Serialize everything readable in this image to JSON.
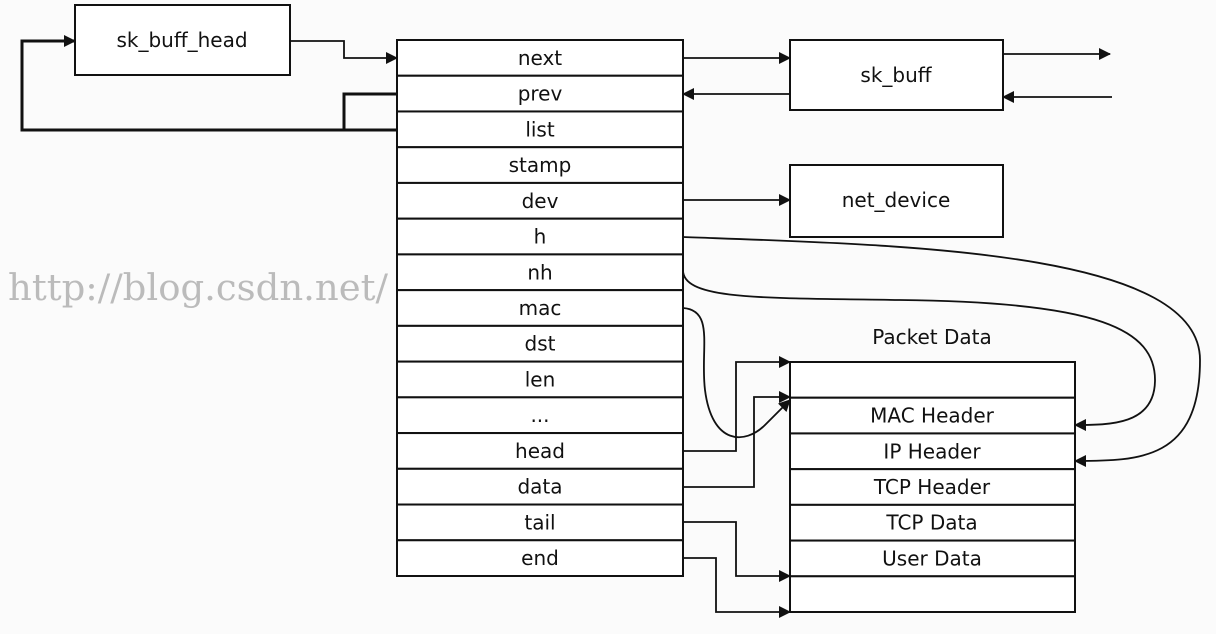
{
  "head_box": "sk_buff_head",
  "sk_buff_box": "sk_buff",
  "net_device_box": "net_device",
  "fields": [
    "next",
    "prev",
    "list",
    "stamp",
    "dev",
    "h",
    "nh",
    "mac",
    "dst",
    "len",
    "...",
    "head",
    "data",
    "tail",
    "end"
  ],
  "packet": {
    "title": "Packet Data",
    "rows": [
      "",
      "MAC Header",
      "IP Header",
      "TCP Header",
      "TCP Data",
      "User Data",
      ""
    ]
  },
  "watermark": "http://blog.csdn.net/"
}
